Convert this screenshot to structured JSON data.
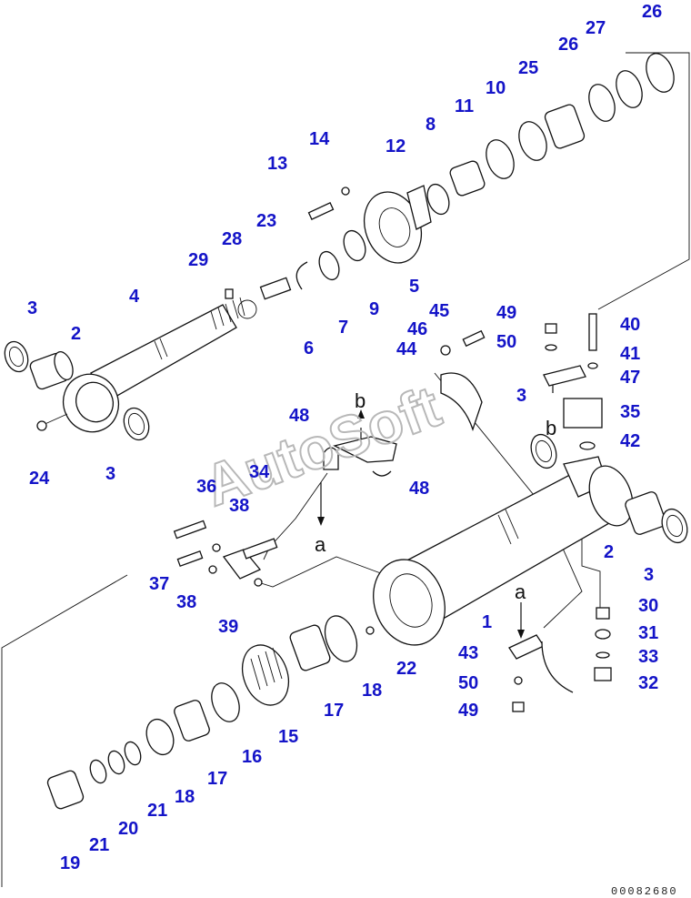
{
  "watermark": "AutoSoft",
  "drawing_number": "00082680",
  "part_labels": [
    {
      "key": "p26a",
      "text": "26"
    },
    {
      "key": "p26b",
      "text": "26"
    },
    {
      "key": "p27",
      "text": "27"
    },
    {
      "key": "p25",
      "text": "25"
    },
    {
      "key": "p10",
      "text": "10"
    },
    {
      "key": "p11",
      "text": "11"
    },
    {
      "key": "p8",
      "text": "8"
    },
    {
      "key": "p12",
      "text": "12"
    },
    {
      "key": "p14",
      "text": "14"
    },
    {
      "key": "p13",
      "text": "13"
    },
    {
      "key": "p23",
      "text": "23"
    },
    {
      "key": "p28",
      "text": "28"
    },
    {
      "key": "p29",
      "text": "29"
    },
    {
      "key": "p4",
      "text": "4"
    },
    {
      "key": "p3a",
      "text": "3"
    },
    {
      "key": "p2a",
      "text": "2"
    },
    {
      "key": "p6",
      "text": "6"
    },
    {
      "key": "p7",
      "text": "7"
    },
    {
      "key": "p9",
      "text": "9"
    },
    {
      "key": "p5",
      "text": "5"
    },
    {
      "key": "p45",
      "text": "45"
    },
    {
      "key": "p46",
      "text": "46"
    },
    {
      "key": "p44",
      "text": "44"
    },
    {
      "key": "p49a",
      "text": "49"
    },
    {
      "key": "p50a",
      "text": "50"
    },
    {
      "key": "p40",
      "text": "40"
    },
    {
      "key": "p41",
      "text": "41"
    },
    {
      "key": "p47",
      "text": "47"
    },
    {
      "key": "p3b",
      "text": "3"
    },
    {
      "key": "p35",
      "text": "35"
    },
    {
      "key": "p42",
      "text": "42"
    },
    {
      "key": "p24",
      "text": "24"
    },
    {
      "key": "p3c",
      "text": "3"
    },
    {
      "key": "p48a",
      "text": "48"
    },
    {
      "key": "p34",
      "text": "34"
    },
    {
      "key": "p48b",
      "text": "48"
    },
    {
      "key": "p36",
      "text": "36"
    },
    {
      "key": "p38a",
      "text": "38"
    },
    {
      "key": "p37",
      "text": "37"
    },
    {
      "key": "p38b",
      "text": "38"
    },
    {
      "key": "p39",
      "text": "39"
    },
    {
      "key": "p2b",
      "text": "2"
    },
    {
      "key": "p3d",
      "text": "3"
    },
    {
      "key": "p30",
      "text": "30"
    },
    {
      "key": "p31",
      "text": "31"
    },
    {
      "key": "p33",
      "text": "33"
    },
    {
      "key": "p32",
      "text": "32"
    },
    {
      "key": "p1",
      "text": "1"
    },
    {
      "key": "p22",
      "text": "22"
    },
    {
      "key": "p18a",
      "text": "18"
    },
    {
      "key": "p17a",
      "text": "17"
    },
    {
      "key": "p15",
      "text": "15"
    },
    {
      "key": "p16",
      "text": "16"
    },
    {
      "key": "p17b",
      "text": "17"
    },
    {
      "key": "p18b",
      "text": "18"
    },
    {
      "key": "p21a",
      "text": "21"
    },
    {
      "key": "p20",
      "text": "20"
    },
    {
      "key": "p21b",
      "text": "21"
    },
    {
      "key": "p19",
      "text": "19"
    },
    {
      "key": "p43",
      "text": "43"
    },
    {
      "key": "p50b",
      "text": "50"
    },
    {
      "key": "p49b",
      "text": "49"
    }
  ],
  "reference_letters": {
    "b_top": "b",
    "b_right": "b",
    "a_left": "a",
    "a_right": "a"
  }
}
